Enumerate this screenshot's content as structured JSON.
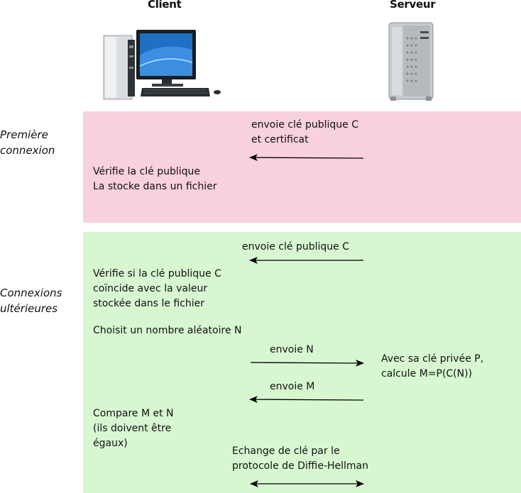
{
  "header": {
    "client_label": "Client",
    "server_label": "Serveur",
    "client_icon": "desktop-computer-icon",
    "server_icon": "tower-server-icon"
  },
  "first_connection": {
    "label": "Première\nconnexion",
    "bg_color": "#f9d0df",
    "server_message": "envoie clé publique C\net certificat",
    "client_action": "Vérifie la clé publique\nLa stocke dans un fichier"
  },
  "later_connections": {
    "label": "Connexions\nultérieures",
    "bg_color": "#d7f7d1",
    "server_message_1": "envoie clé publique C",
    "client_check": "Vérifie si la clé publique C\ncoïncide avec la valeur\nstockée dans le fichier",
    "client_random": "Choisit un nombre aléatoire N",
    "send_n": "envoie N",
    "server_compute": "Avec sa clé privée P,\ncalcule M=P(C(N))",
    "send_m": "envoie M",
    "client_compare": "Compare M et N\n(ils doivent être\négaux)",
    "key_exchange": "Echange de clé par le\nprotocole de Diffie-Hellman"
  }
}
